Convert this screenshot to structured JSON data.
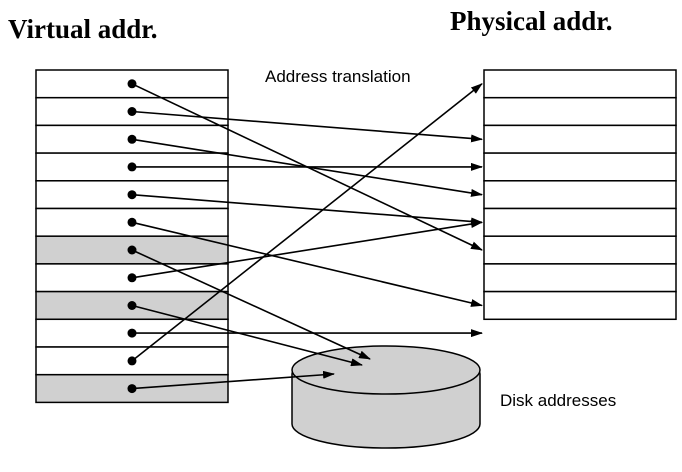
{
  "headings": {
    "virtual": "Virtual addr.",
    "physical": "Physical addr."
  },
  "labels": {
    "translation": "Address translation",
    "disk": "Disk addresses"
  },
  "colors": {
    "on_disk_row": "#d0d0d0",
    "in_memory_row": "#ffffff",
    "disk": "#d0d0d0",
    "line": "#000000"
  },
  "virtual_pages": [
    {
      "index": 0,
      "on_disk": false,
      "maps_to_physical": 6
    },
    {
      "index": 1,
      "on_disk": false,
      "maps_to_physical": 2
    },
    {
      "index": 2,
      "on_disk": false,
      "maps_to_physical": 4
    },
    {
      "index": 3,
      "on_disk": false,
      "maps_to_physical": 3
    },
    {
      "index": 4,
      "on_disk": false,
      "maps_to_physical": 5
    },
    {
      "index": 5,
      "on_disk": false,
      "maps_to_physical": 8
    },
    {
      "index": 6,
      "on_disk": true,
      "maps_to_disk": true
    },
    {
      "index": 7,
      "on_disk": false,
      "maps_to_physical": 5
    },
    {
      "index": 8,
      "on_disk": true,
      "maps_to_disk": true
    },
    {
      "index": 9,
      "on_disk": false,
      "maps_to_physical": 9
    },
    {
      "index": 10,
      "on_disk": false,
      "maps_to_physical": 0
    },
    {
      "index": 11,
      "on_disk": true,
      "maps_to_disk": true
    }
  ],
  "physical_frame_count": 9
}
